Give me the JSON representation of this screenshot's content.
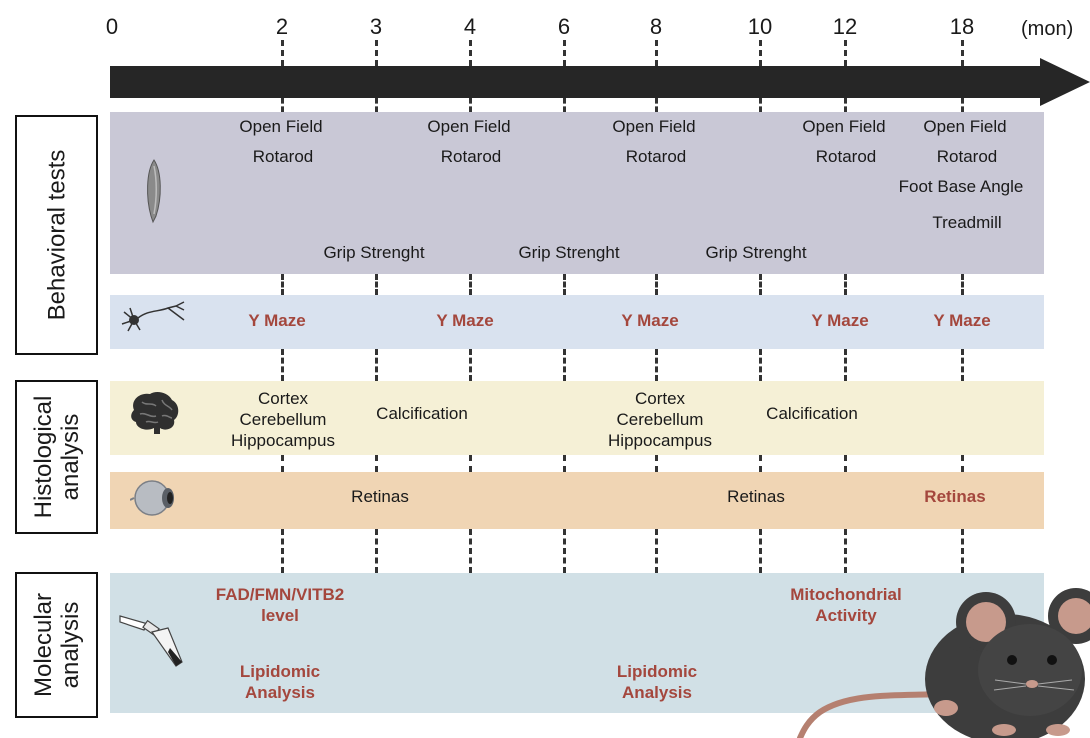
{
  "timeline": {
    "ticks": [
      "0",
      "2",
      "3",
      "4",
      "6",
      "8",
      "10",
      "12",
      "18"
    ],
    "unit": "(mon)"
  },
  "side_labels": {
    "behavioral": "Behavioral tests",
    "histological": [
      "Histological",
      "analysis"
    ],
    "molecular": [
      "Molecular",
      "analysis"
    ]
  },
  "behavioral": {
    "open_field": "Open Field",
    "rotarod": "Rotarod",
    "foot_base_angle": "Foot Base Angle",
    "treadmill": "Treadmill",
    "grip": "Grip Strenght",
    "y_maze": "Y Maze"
  },
  "histological": {
    "brain_regions": [
      "Cortex",
      "Cerebellum",
      "Hippocampus"
    ],
    "calcification": "Calcification",
    "retinas": "Retinas"
  },
  "molecular": {
    "fad": [
      "FAD/FMN/VITB2",
      "level"
    ],
    "mito": [
      "Mitochondrial",
      "Activity"
    ],
    "lipidomic": [
      "Lipidomic",
      "Analysis"
    ]
  },
  "icons": {
    "muscle": "muscle-icon",
    "neuron": "neuron-icon",
    "brain": "brain-icon",
    "eye": "eye-icon",
    "tube": "tube-icon",
    "mouse": "mouse-illustration"
  },
  "colors": {
    "behavior_band": "#c9c8d6",
    "ymaze_band": "#d9e2ef",
    "histo_band": "#f5f0d6",
    "retina_band": "#f0d5b4",
    "molecular_band": "#d1e0e6",
    "highlight_text": "#a4473d",
    "arrow": "#262626"
  }
}
